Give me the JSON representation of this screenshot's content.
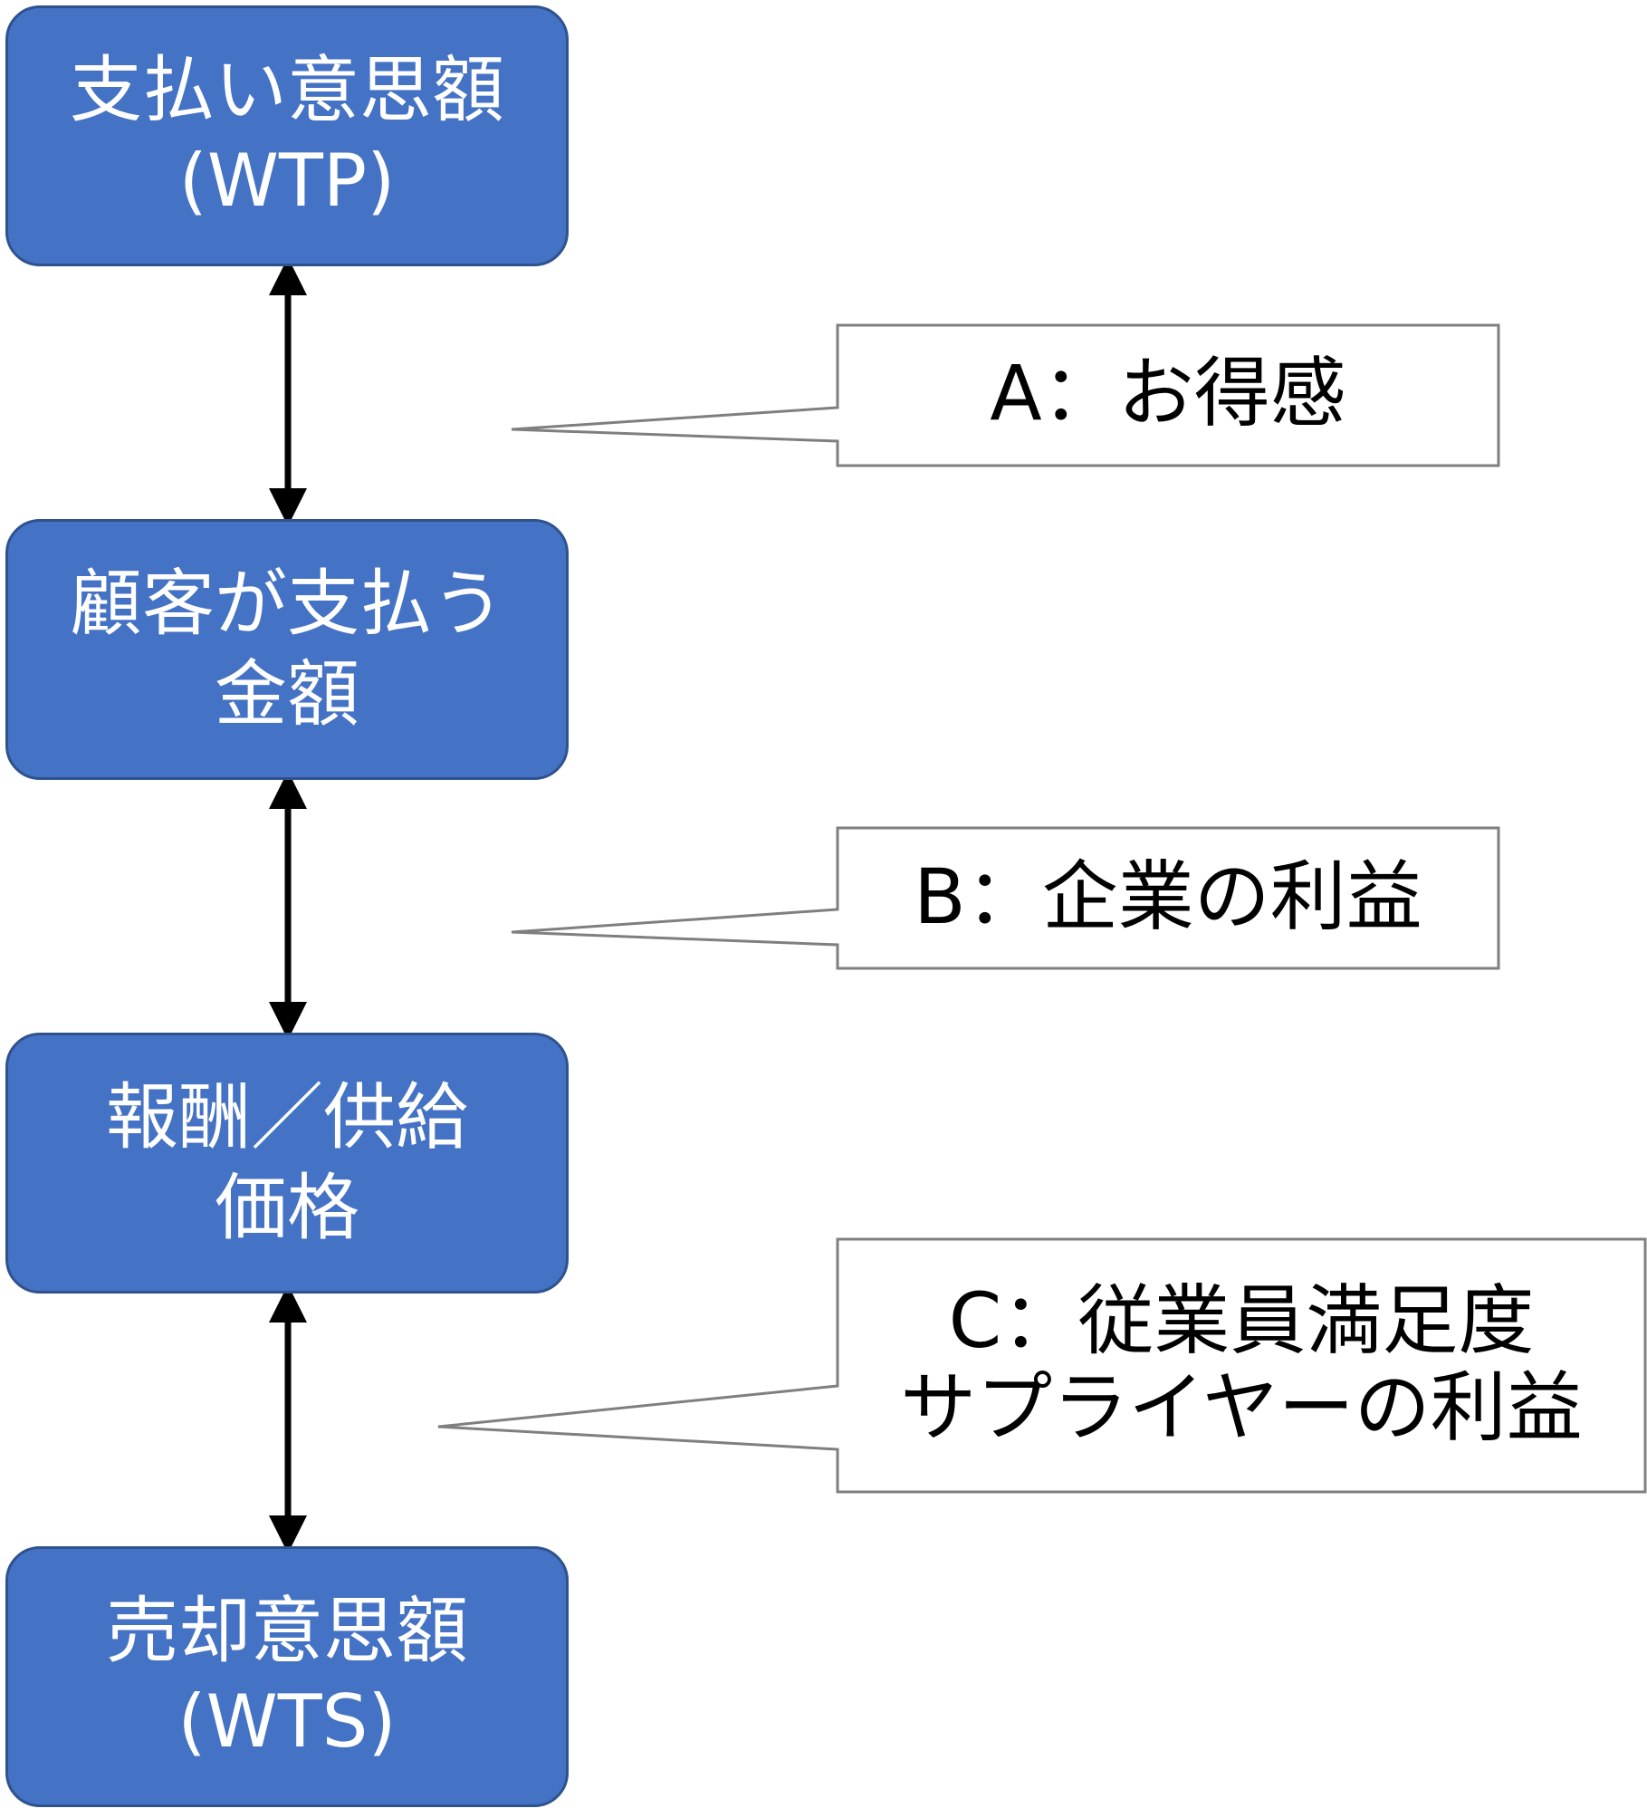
{
  "boxes": [
    {
      "line1": "支払い意思額",
      "line2": "(WTP)"
    },
    {
      "line1": "顧客が支払う",
      "line2": "金額"
    },
    {
      "line1": "報酬／供給",
      "line2": "価格"
    },
    {
      "line1": "売却意思額",
      "line2": "(WTS)"
    }
  ],
  "callouts": [
    {
      "lines": [
        "A：お得感"
      ]
    },
    {
      "lines": [
        "B：企業の利益"
      ]
    },
    {
      "lines": [
        "C：従業員満足度",
        "サプライヤーの利益"
      ]
    }
  ],
  "colors": {
    "box_fill": "#4472c4",
    "box_border": "#2f528f",
    "callout_border": "#7f7f7f",
    "arrow": "#000000"
  }
}
